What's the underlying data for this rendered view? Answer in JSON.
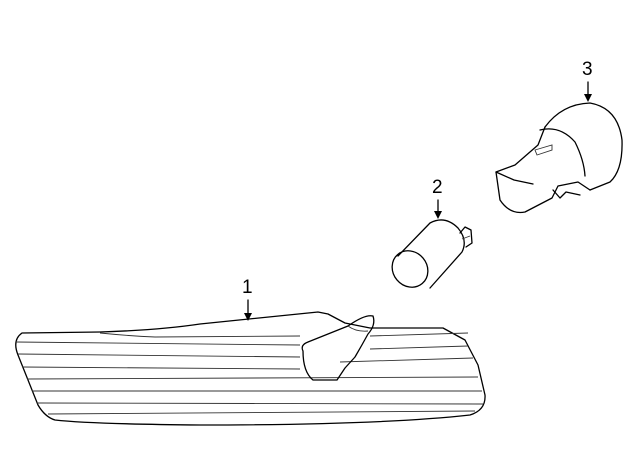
{
  "diagram": {
    "type": "parts-exploded-view",
    "background": "#ffffff",
    "callouts": [
      {
        "number": "1",
        "part": "lamp-lens-assembly"
      },
      {
        "number": "2",
        "part": "bulb"
      },
      {
        "number": "3",
        "part": "socket"
      }
    ]
  }
}
